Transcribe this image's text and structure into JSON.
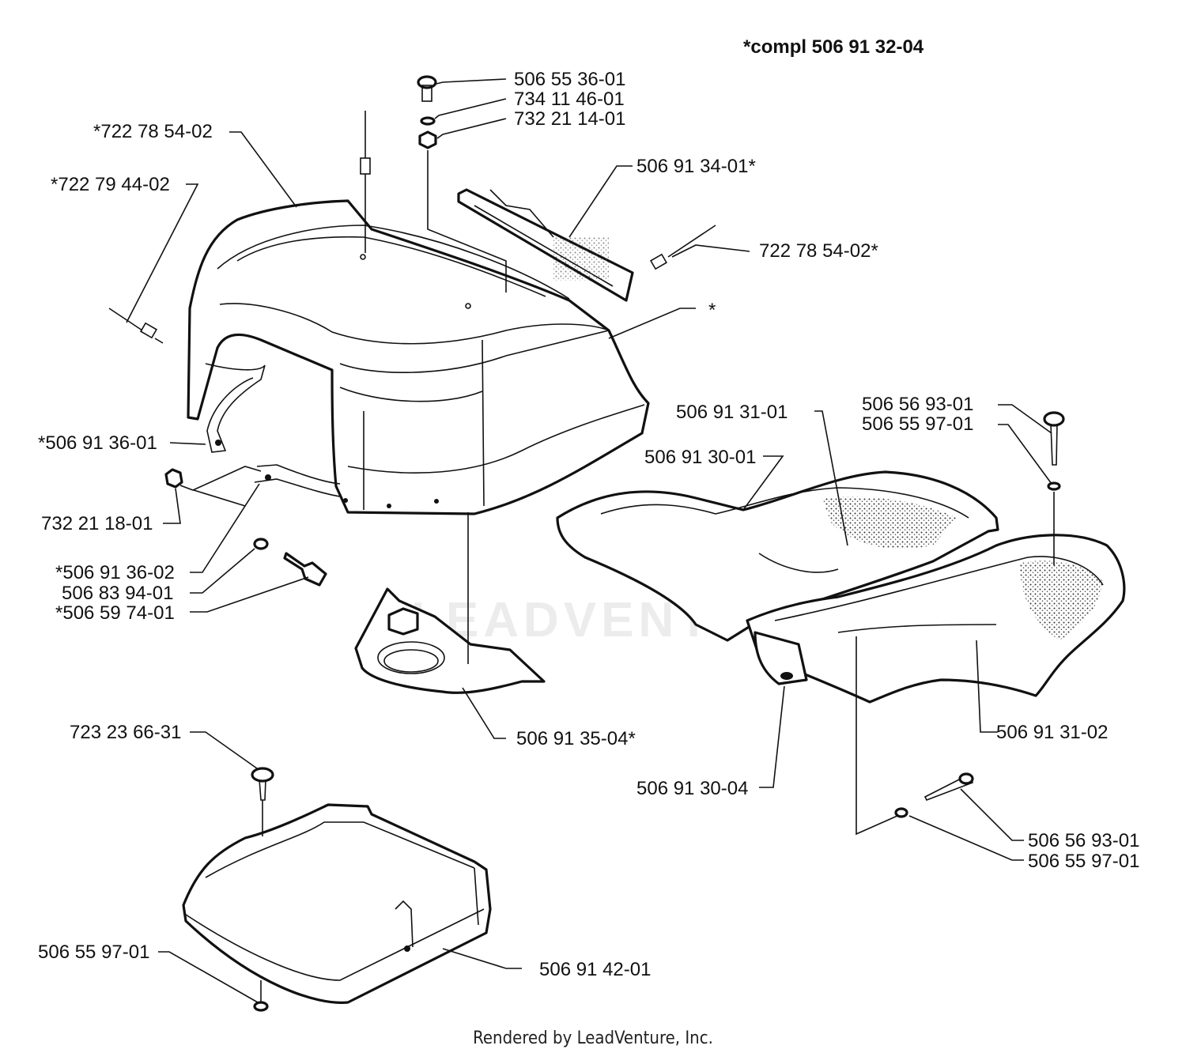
{
  "header": {
    "assembly_note": "*compl 506 91 32-04"
  },
  "watermark": "LEADVENTURE",
  "footer": {
    "rendered_by": "Rendered by LeadVenture, Inc."
  },
  "labels": {
    "l1": "506 55 36-01",
    "l2": "734 11 46-01",
    "l3": "732 21 14-01",
    "l4": "*722 78 54-02",
    "l5": "*722 79 44-02",
    "l6": "506 91 34-01*",
    "l7": "722 78 54-02*",
    "l8": "*",
    "l9": "*506 91 36-01",
    "l10": "506 91 31-01",
    "l11": "506 91 30-01",
    "l12": "506 56 93-01",
    "l13": "506 55 97-01",
    "l14": "732 21 18-01",
    "l15": "*506 91 36-02",
    "l16": "506 83 94-01",
    "l17": "*506 59 74-01",
    "l18": "506 91 35-04*",
    "l19": "506 91 31-02",
    "l20": "723 23 66-31",
    "l21": "506 91 30-04",
    "l22": "506 56 93-01",
    "l23": "506 55 97-01",
    "l24": "506 55 97-01",
    "l25": "506 91 42-01"
  }
}
